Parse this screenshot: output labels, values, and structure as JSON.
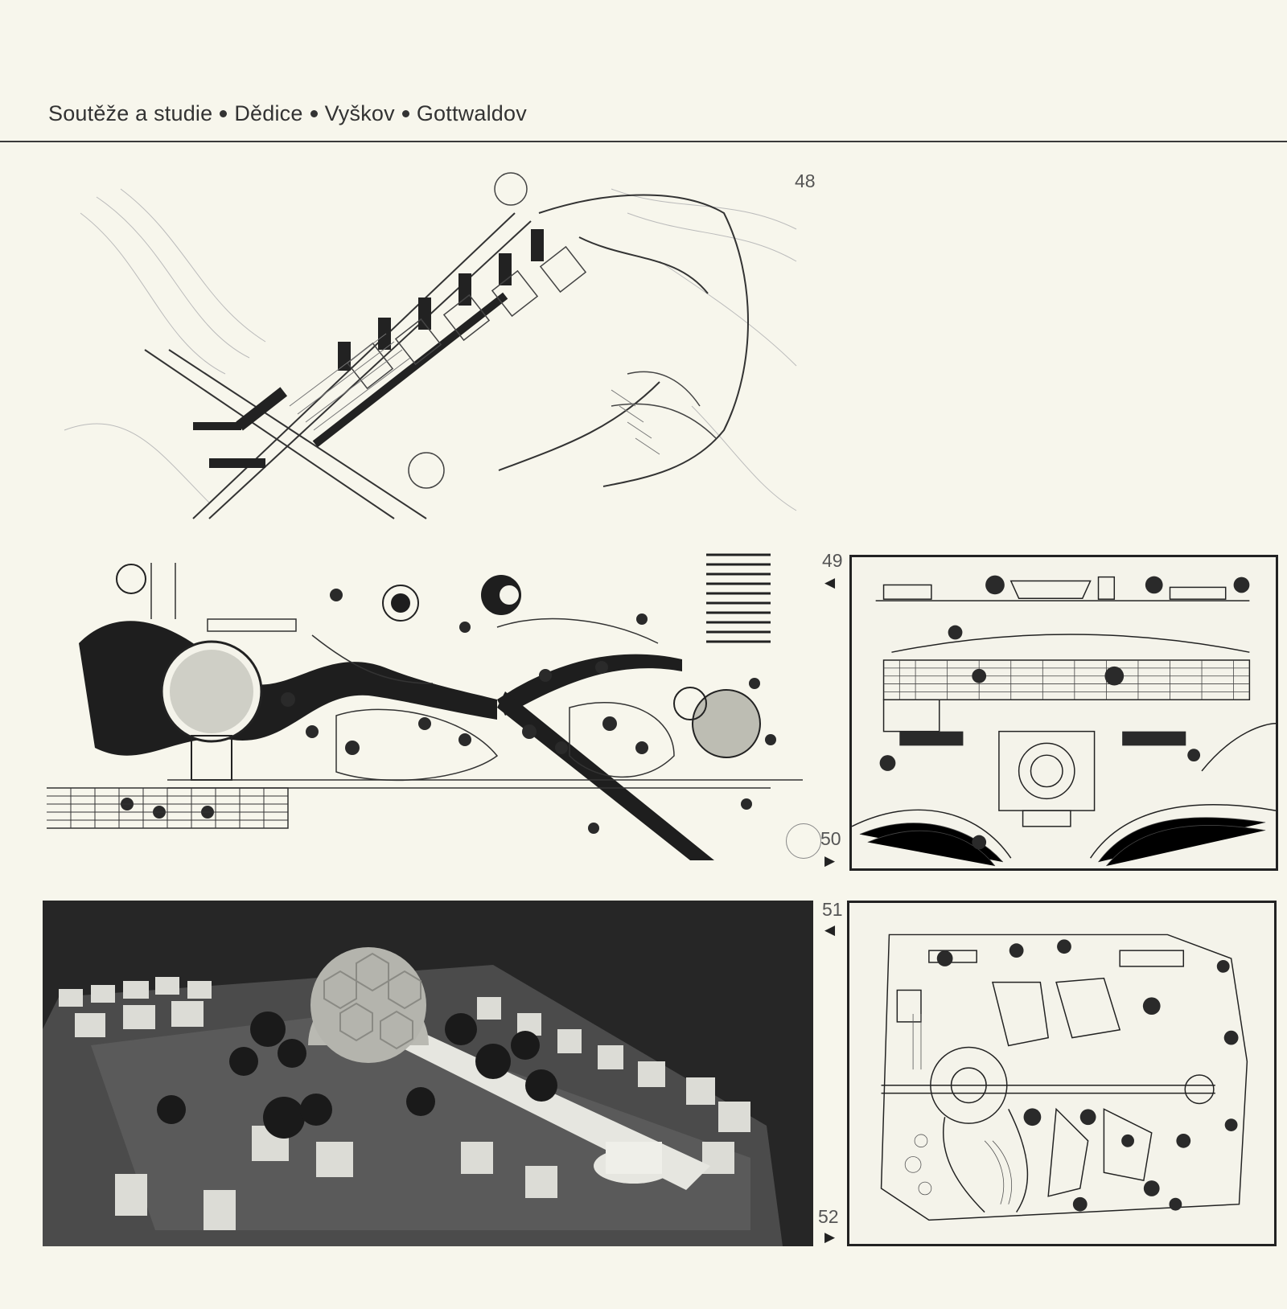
{
  "header": {
    "parts": [
      "Soutěže a studie",
      "Dědice",
      "Vyškov",
      "Gottwaldov"
    ]
  },
  "figures": {
    "fig48": {
      "number": "48"
    },
    "fig49": {
      "number": "49",
      "marker": "◀"
    },
    "fig50": {
      "number": "50",
      "marker": "▶"
    },
    "fig51": {
      "number": "51",
      "marker": "◀"
    },
    "fig52": {
      "number": "52",
      "marker": "▶"
    }
  }
}
